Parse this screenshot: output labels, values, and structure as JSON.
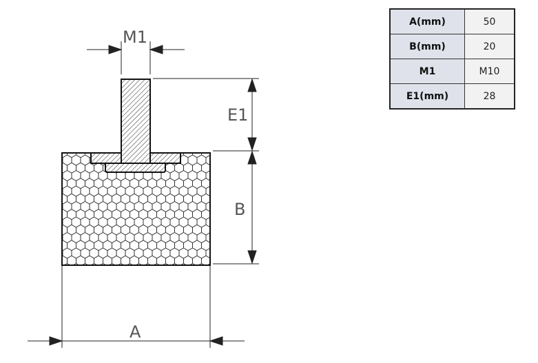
{
  "drawing": {
    "labels": {
      "m1": "M1",
      "e1": "E1",
      "b": "B",
      "a": "A"
    }
  },
  "spec_table": {
    "rows": [
      {
        "key": "A(mm)",
        "value": "50"
      },
      {
        "key": "B(mm)",
        "value": "20"
      },
      {
        "key": "M1",
        "value": "M10"
      },
      {
        "key": "E1(mm)",
        "value": "28"
      }
    ]
  }
}
